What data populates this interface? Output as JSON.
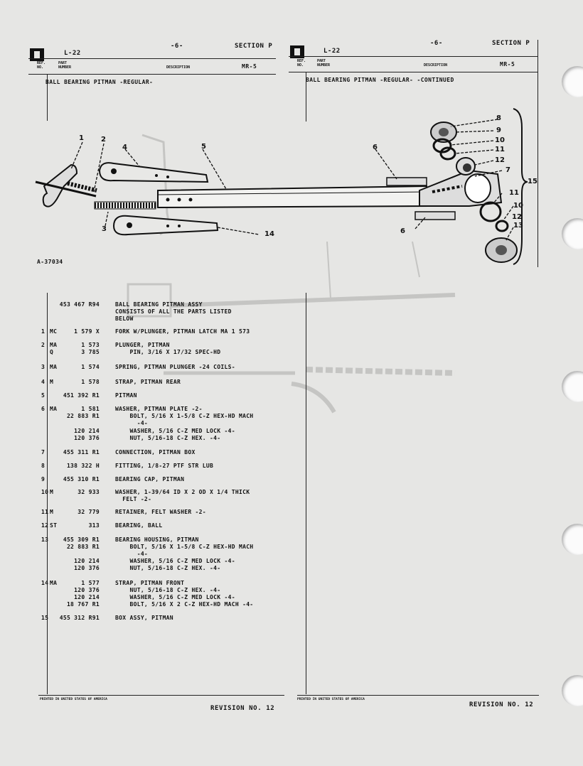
{
  "left_header": {
    "page_num": "-6-",
    "section": "SECTION  P",
    "model": "L-22",
    "col_ref": "REF.\nNO.",
    "col_part": "PART\nNUMBER",
    "col_desc": "DESCRIPTION",
    "group": "MR-5",
    "title": "BALL BEARING PITMAN -REGULAR-"
  },
  "right_header": {
    "page_num": "-6-",
    "section": "SECTION  P",
    "model": "L-22",
    "col_ref": "REF.\nNO.",
    "col_part": "PART\nNUMBER",
    "col_desc": "DESCRIPTION",
    "group": "MR-5",
    "title": "BALL BEARING PITMAN -REGULAR-  -CONTINUED"
  },
  "figure_label": "A-37034",
  "callouts": [
    "1",
    "2",
    "3",
    "4",
    "5",
    "6",
    "7",
    "8",
    "9",
    "10",
    "11",
    "12",
    "13",
    "14",
    "15"
  ],
  "parts": [
    {
      "ref": "",
      "code": "",
      "num": "453 467 R94",
      "desc": "BALL BEARING PITMAN ASSY"
    },
    {
      "ref": "",
      "code": "",
      "num": "",
      "desc": "CONSISTS OF ALL THE PARTS LISTED"
    },
    {
      "ref": "",
      "code": "",
      "num": "",
      "desc": "BELOW"
    },
    {
      "ref": "1",
      "code": "MC",
      "num": "1 579 X",
      "desc": "FORK W/PLUNGER, PITMAN LATCH MA 1 573"
    },
    {
      "ref": "2",
      "code": "MA",
      "num": "1 573",
      "desc": "PLUNGER, PITMAN"
    },
    {
      "ref": "",
      "code": "Q",
      "num": "3 785",
      "desc": "    PIN, 3/16 X 17/32 SPEC-HD"
    },
    {
      "ref": "3",
      "code": "MA",
      "num": "1 574",
      "desc": "SPRING, PITMAN PLUNGER -24 COILS-"
    },
    {
      "ref": "4",
      "code": "M",
      "num": "1 578",
      "desc": "STRAP, PITMAN REAR"
    },
    {
      "ref": "5",
      "code": "",
      "num": "451 392 R1",
      "desc": "PITMAN"
    },
    {
      "ref": "6",
      "code": "MA",
      "num": "1 581",
      "desc": "WASHER, PITMAN PLATE -2-"
    },
    {
      "ref": "",
      "code": "",
      "num": "22 883 R1",
      "desc": "    BOLT, 5/16 X 1-5/8 C-Z HEX-HD MACH"
    },
    {
      "ref": "",
      "code": "",
      "num": "",
      "desc": "      -4-"
    },
    {
      "ref": "",
      "code": "",
      "num": "120 214",
      "desc": "    WASHER, 5/16 C-Z MED LOCK -4-"
    },
    {
      "ref": "",
      "code": "",
      "num": "120 376",
      "desc": "    NUT, 5/16-18 C-Z HEX. -4-"
    },
    {
      "ref": "7",
      "code": "",
      "num": "455 311 R1",
      "desc": "CONNECTION, PITMAN BOX"
    },
    {
      "ref": "8",
      "code": "",
      "num": "138 322 H",
      "desc": "FITTING, 1/8-27 PTF STR LUB"
    },
    {
      "ref": "9",
      "code": "",
      "num": "455 310 R1",
      "desc": "BEARING CAP, PITMAN"
    },
    {
      "ref": "10",
      "code": "M",
      "num": "32 933",
      "desc": "WASHER, 1-39/64 ID X 2 OD X 1/4 THICK"
    },
    {
      "ref": "",
      "code": "",
      "num": "",
      "desc": "  FELT -2-"
    },
    {
      "ref": "11",
      "code": "M",
      "num": "32 779",
      "desc": "RETAINER, FELT WASHER -2-"
    },
    {
      "ref": "12",
      "code": "ST",
      "num": "313",
      "desc": "BEARING, BALL"
    },
    {
      "ref": "13",
      "code": "",
      "num": "455 309 R1",
      "desc": "BEARING HOUSING, PITMAN"
    },
    {
      "ref": "",
      "code": "",
      "num": "22 883 R1",
      "desc": "    BOLT, 5/16 X 1-5/8 C-Z HEX-HD MACH"
    },
    {
      "ref": "",
      "code": "",
      "num": "",
      "desc": "      -4-"
    },
    {
      "ref": "",
      "code": "",
      "num": "120 214",
      "desc": "    WASHER, 5/16 C-Z MED LOCK -4-"
    },
    {
      "ref": "",
      "code": "",
      "num": "120 376",
      "desc": "    NUT, 5/16-18 C-Z HEX. -4-"
    },
    {
      "ref": "14",
      "code": "MA",
      "num": "1 577",
      "desc": "STRAP, PITMAN FRONT"
    },
    {
      "ref": "",
      "code": "",
      "num": "120 376",
      "desc": "    NUT, 5/16-18 C-Z HEX. -4-"
    },
    {
      "ref": "",
      "code": "",
      "num": "120 214",
      "desc": "    WASHER, 5/16 C-Z MED LOCK -4-"
    },
    {
      "ref": "",
      "code": "",
      "num": "18 767 R1",
      "desc": "    BOLT, 5/16 X 2 C-Z HEX-HD MACH -4-"
    },
    {
      "ref": "15",
      "code": "",
      "num": "455 312 R91",
      "desc": "BOX ASSY, PITMAN"
    }
  ],
  "footer": {
    "printed_left": "PRINTED IN UNITED STATES OF AMERICA",
    "printed_right": "PRINTED IN UNITED STATES OF AMERICA",
    "revision_left": "REVISION NO. 12",
    "revision_right": "REVISION NO. 12"
  }
}
